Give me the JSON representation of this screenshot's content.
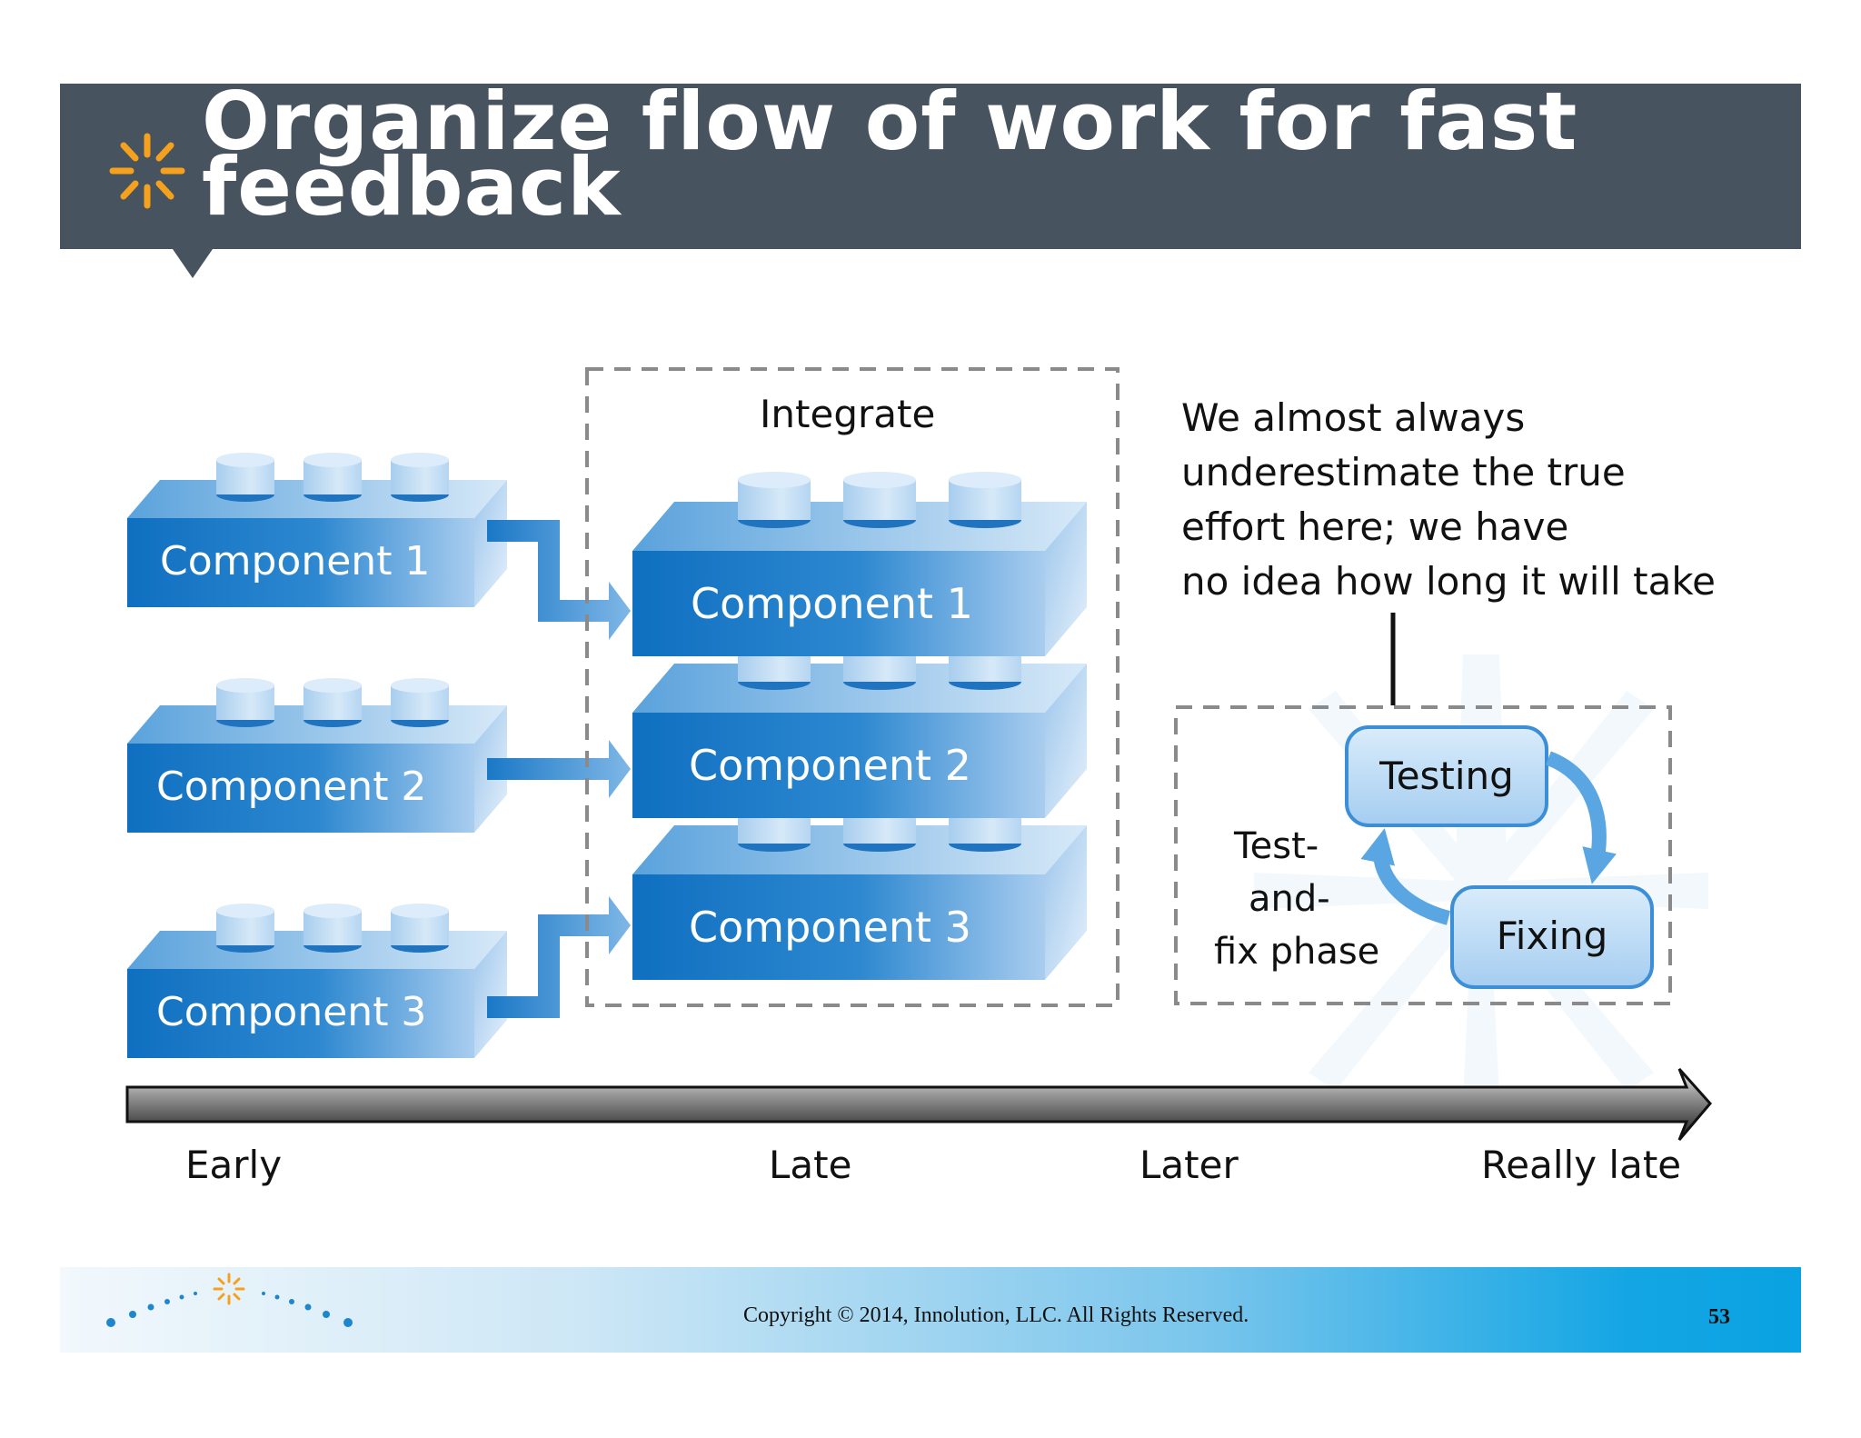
{
  "slide": {
    "title": "Organize flow of work for fast feedback",
    "copyright": "Copyright © 2014, Innolution, LLC. All Rights Reserved.",
    "page_number": "53",
    "header_color": "#47535e",
    "accent_color": "#f5a11e"
  },
  "diagram": {
    "components": [
      "Component 1",
      "Component 2",
      "Component 3"
    ],
    "integrate_label": "Integrate",
    "integrated_components": [
      "Component 1",
      "Component 2",
      "Component 3"
    ],
    "note_lines": [
      "We almost always",
      "underestimate the true",
      "effort here; we have",
      "no idea how long it will take"
    ],
    "phase_label_lines": [
      "Test-",
      "and-",
      "fix phase"
    ],
    "cycle": {
      "testing": "Testing",
      "fixing": "Fixing"
    },
    "timeline": [
      "Early",
      "Late",
      "Later",
      "Really late"
    ],
    "brick_color": "#1a79c4",
    "box_color": "#b8d9f4"
  }
}
